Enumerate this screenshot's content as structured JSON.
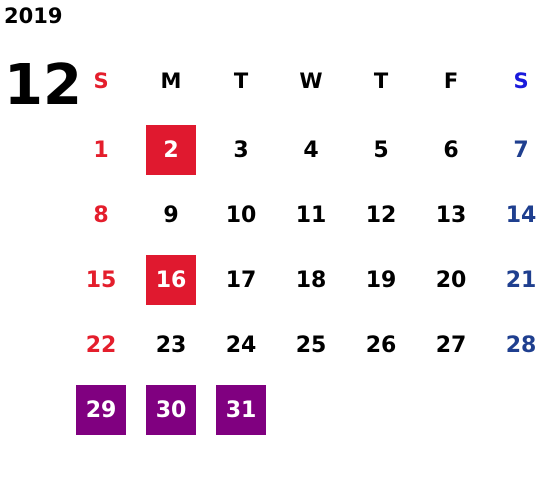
{
  "calendar": {
    "year": "2019",
    "month": "12",
    "weekdays": [
      "S",
      "M",
      "T",
      "W",
      "T",
      "F",
      "S"
    ],
    "weeks": [
      [
        {
          "d": "1",
          "style": "sun"
        },
        {
          "d": "2",
          "style": "hl-red"
        },
        {
          "d": "3"
        },
        {
          "d": "4"
        },
        {
          "d": "5"
        },
        {
          "d": "6"
        },
        {
          "d": "7",
          "style": "sat"
        }
      ],
      [
        {
          "d": "8",
          "style": "sun"
        },
        {
          "d": "9"
        },
        {
          "d": "10"
        },
        {
          "d": "11"
        },
        {
          "d": "12"
        },
        {
          "d": "13"
        },
        {
          "d": "14",
          "style": "sat"
        }
      ],
      [
        {
          "d": "15",
          "style": "sun"
        },
        {
          "d": "16",
          "style": "hl-red"
        },
        {
          "d": "17"
        },
        {
          "d": "18"
        },
        {
          "d": "19"
        },
        {
          "d": "20"
        },
        {
          "d": "21",
          "style": "sat"
        }
      ],
      [
        {
          "d": "22",
          "style": "sun"
        },
        {
          "d": "23"
        },
        {
          "d": "24"
        },
        {
          "d": "25"
        },
        {
          "d": "26"
        },
        {
          "d": "27"
        },
        {
          "d": "28",
          "style": "sat"
        }
      ],
      [
        {
          "d": "29",
          "style": "hl-purple"
        },
        {
          "d": "30",
          "style": "hl-purple"
        },
        {
          "d": "31",
          "style": "hl-purple"
        }
      ]
    ]
  }
}
